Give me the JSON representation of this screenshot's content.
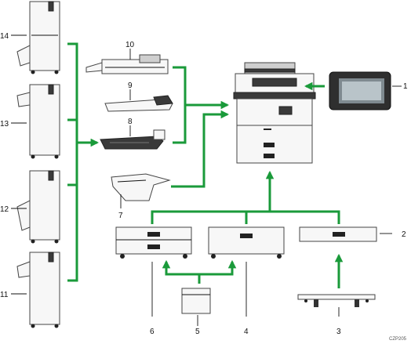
{
  "callouts": [
    "1",
    "2",
    "3",
    "4",
    "5",
    "6",
    "7",
    "8",
    "9",
    "10",
    "11",
    "12",
    "13",
    "14"
  ],
  "figure_code": "CZP205",
  "colors": {
    "arrow": "#1a9a3a",
    "outline": "#444444",
    "dark_part": "#3a3a3a"
  },
  "components": {
    "main_unit": "copier-main-unit",
    "options": [
      "smart-operation-panel",
      "paper-feed-unit",
      "caster-table",
      "large-capacity-tray",
      "lct-paper-unit",
      "two-tray-paper-feed-unit",
      "internal-shift-tray",
      "internal-tray-2",
      "bridge-unit",
      "adf",
      "finisher-11",
      "finisher-12",
      "finisher-13",
      "finisher-14"
    ]
  }
}
